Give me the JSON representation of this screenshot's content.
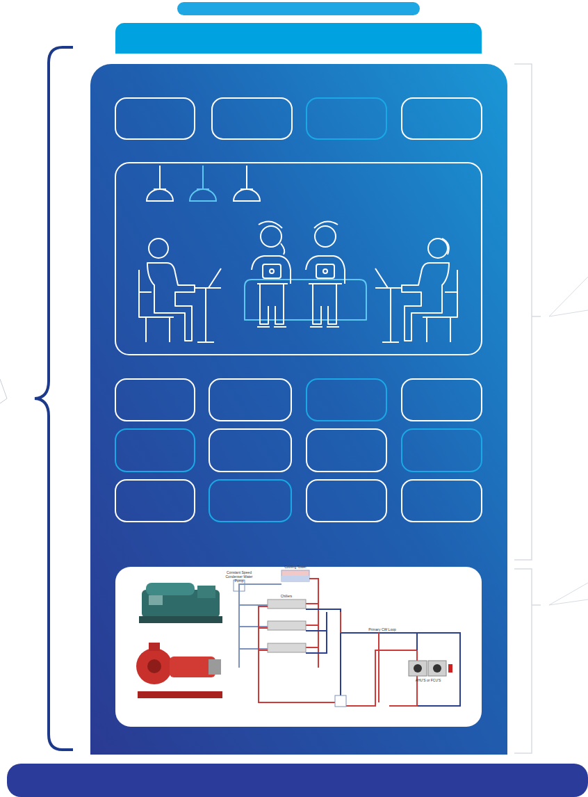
{
  "diagram": {
    "labels": [
      "Constant Speed Condenser Water Pump",
      "Cooling Tower",
      "Chillers",
      "Primary CW Loop",
      "AHU'S or FCU'S"
    ]
  }
}
